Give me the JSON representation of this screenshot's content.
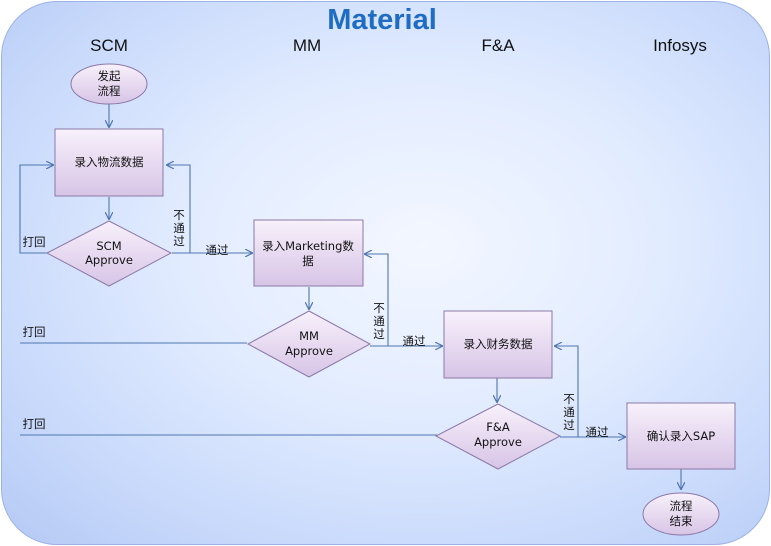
{
  "title": "Material",
  "lanes": [
    "SCM",
    "MM",
    "F&A",
    "Infosys"
  ],
  "nodes": {
    "start": [
      "发起",
      "流程"
    ],
    "scm_entry": [
      "录入物流数据"
    ],
    "scm_approve": [
      "SCM",
      "Approve"
    ],
    "mm_entry": [
      "录入Marketing数",
      "据"
    ],
    "mm_approve": [
      "MM",
      "Approve"
    ],
    "fa_entry": [
      "录入财务数据"
    ],
    "fa_approve": [
      "F&A",
      "Approve"
    ],
    "sap_entry": [
      "确认录入SAP"
    ],
    "end": [
      "流程",
      "结束"
    ]
  },
  "labels": {
    "pass": "通过",
    "reject_vertical": [
      "不",
      "通",
      "过"
    ],
    "return": "打回"
  },
  "colors": {
    "title": "#1f6cc4",
    "box_fill_top": "#f8f1fb",
    "box_fill_bottom": "#d7c4e6",
    "box_stroke": "#8c79a8",
    "edge": "#4f76b0",
    "panel_edge": "#9db3e6"
  }
}
